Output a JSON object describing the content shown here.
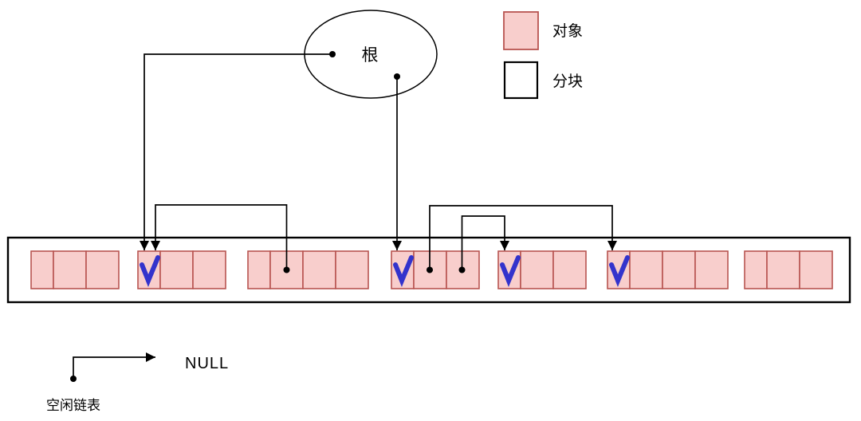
{
  "root": {
    "label": "根"
  },
  "legend": {
    "items": [
      {
        "label": "对象",
        "swatch": "object"
      },
      {
        "label": "分块",
        "swatch": "chunk"
      }
    ]
  },
  "heap": {
    "groups": [
      {
        "id": 1,
        "cells": 3,
        "marked": false
      },
      {
        "id": 2,
        "cells": 3,
        "marked": true
      },
      {
        "id": 3,
        "cells": 4,
        "marked": false
      },
      {
        "id": 4,
        "cells": 3,
        "marked": true
      },
      {
        "id": 5,
        "cells": 3,
        "marked": true
      },
      {
        "id": 6,
        "cells": 4,
        "marked": true
      },
      {
        "id": 7,
        "cells": 3,
        "marked": false
      }
    ]
  },
  "edges": [
    {
      "from": "root",
      "to": "group-2-cell-1"
    },
    {
      "from": "group-3-cell-2",
      "to": "group-2-cell-1"
    },
    {
      "from": "root",
      "to": "group-4-cell-1"
    },
    {
      "from": "group-4-cell-2",
      "to": "group-6-cell-1"
    },
    {
      "from": "group-4-cell-3",
      "to": "group-5-cell-1"
    },
    {
      "from": "free-list",
      "to": "NULL"
    }
  ],
  "free_list": {
    "label": "空闲链表",
    "terminator": "NULL"
  },
  "colors": {
    "object_fill": "#f8cecc",
    "object_stroke": "#b85450",
    "mark_check": "#3333cc",
    "line": "#000000"
  }
}
